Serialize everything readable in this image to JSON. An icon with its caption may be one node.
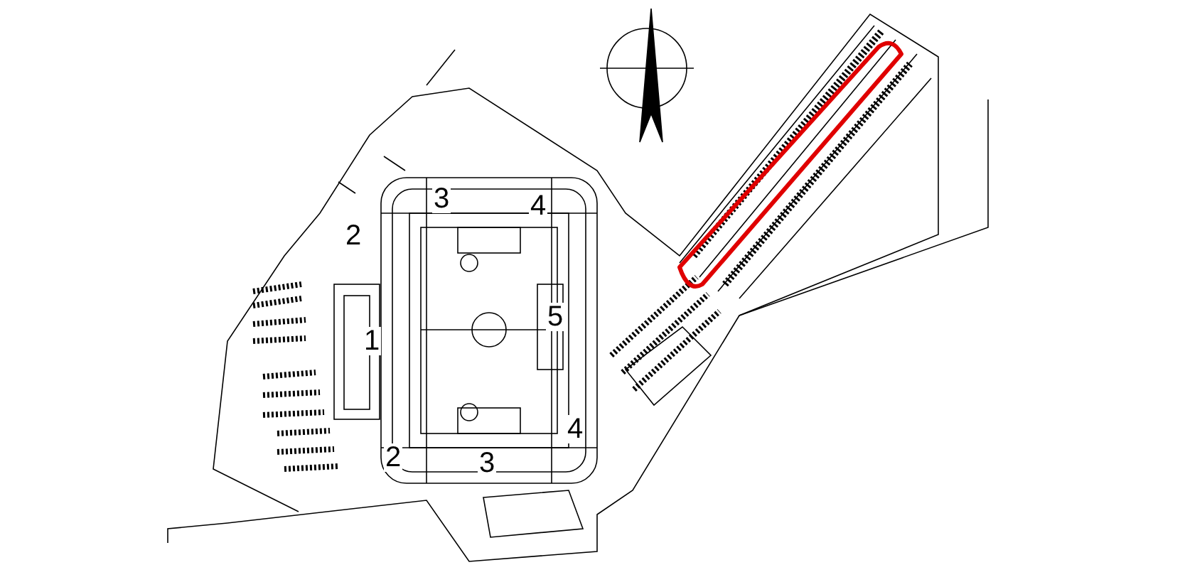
{
  "diagram": {
    "labels": [
      "3",
      "4",
      "2",
      "5",
      "1",
      "4",
      "2",
      "3"
    ]
  }
}
